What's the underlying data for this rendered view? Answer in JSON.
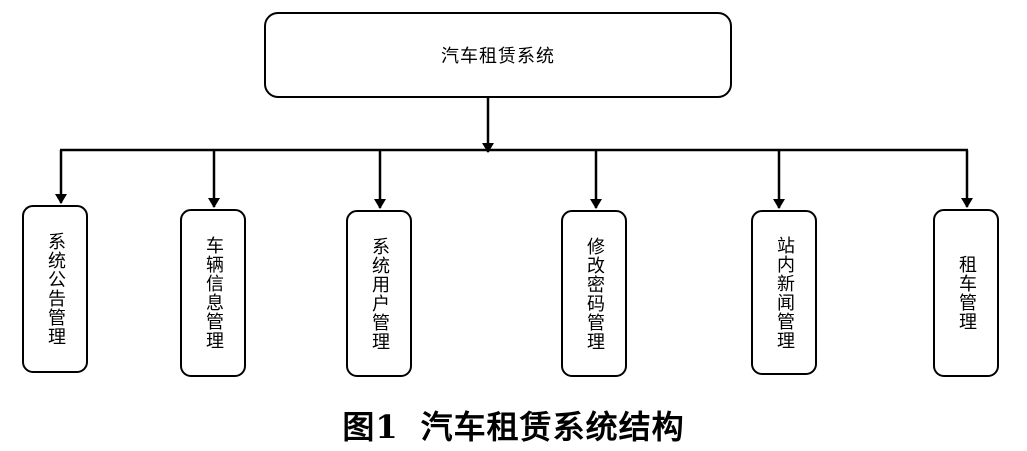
{
  "diagram": {
    "root": {
      "label": "汽车租赁系统"
    },
    "modules": [
      {
        "label": "系统公告管理"
      },
      {
        "label": "车辆信息管理"
      },
      {
        "label": "系统用户管理"
      },
      {
        "label": "修改密码管理"
      },
      {
        "label": "站内新闻管理"
      },
      {
        "label": "租车管理"
      }
    ]
  },
  "caption": {
    "number": "图1",
    "text": "汽车租赁系统结构"
  }
}
